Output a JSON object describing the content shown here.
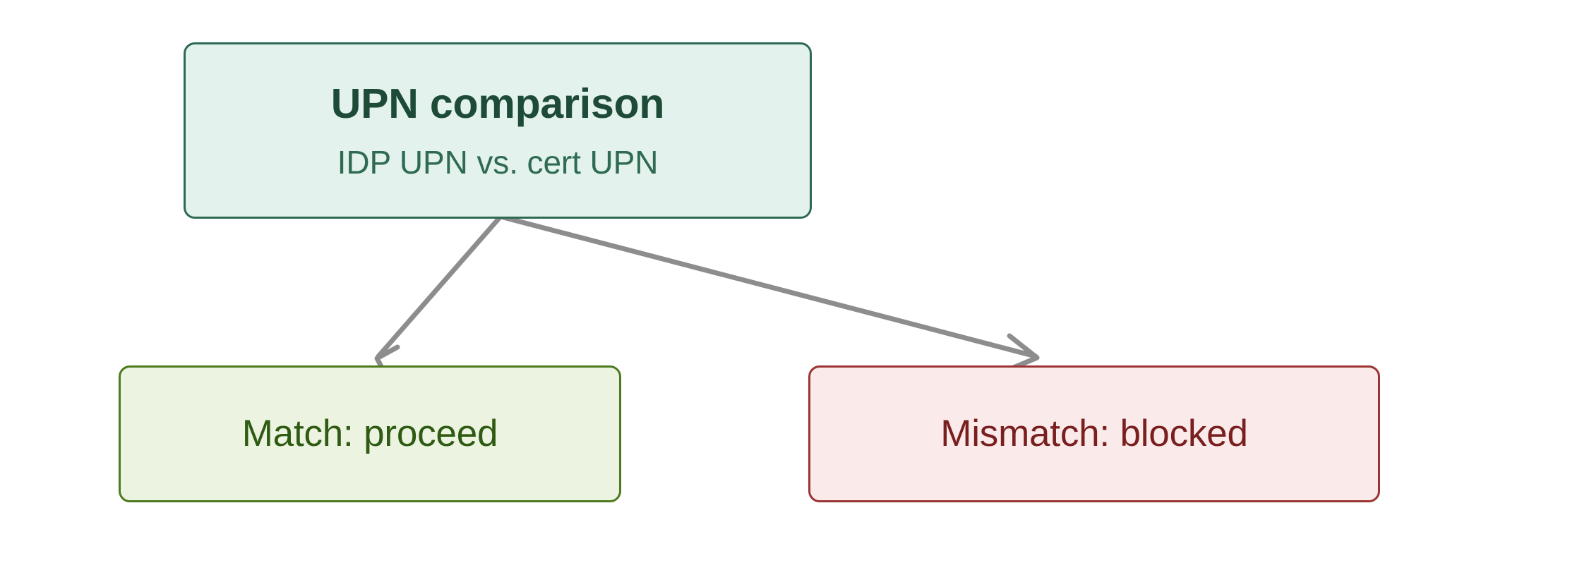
{
  "diagram": {
    "type": "flowchart",
    "direction": "top-down",
    "background_color": "#ffffff",
    "nodes": [
      {
        "id": "upn-comparison",
        "role": "decision",
        "title": "UPN comparison",
        "subtitle": "IDP UPN vs. cert UPN",
        "fill_color": "#e3f2ec",
        "border_color": "#2d6a52",
        "title_color": "#1d4b38",
        "subtitle_color": "#2f6b52"
      },
      {
        "id": "match",
        "role": "outcome-success",
        "title": "Match: proceed",
        "fill_color": "#ecf3e0",
        "border_color": "#4d7a1e",
        "title_color": "#2e5a12"
      },
      {
        "id": "mismatch",
        "role": "outcome-failure",
        "title": "Mismatch: blocked",
        "fill_color": "#faeaea",
        "border_color": "#9c3434",
        "title_color": "#7a1f1f"
      }
    ],
    "edges": [
      {
        "id": "edge-to-match",
        "from": "upn-comparison",
        "to": "match",
        "label": "",
        "color": "#8d8d8d",
        "arrowhead": "open-v"
      },
      {
        "id": "edge-to-mismatch",
        "from": "upn-comparison",
        "to": "mismatch",
        "label": "",
        "color": "#8d8d8d",
        "arrowhead": "open-v"
      }
    ]
  }
}
